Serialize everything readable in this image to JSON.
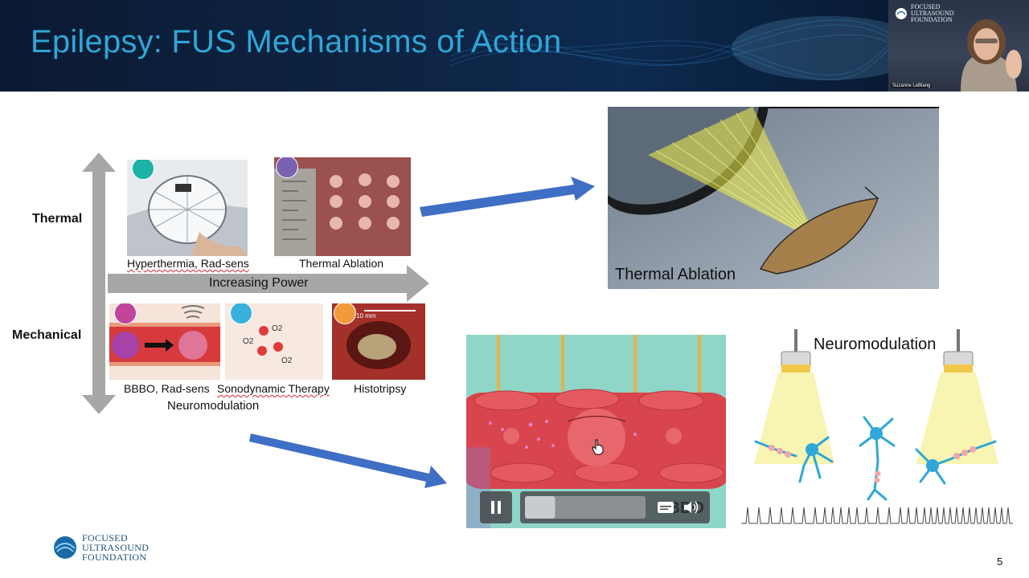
{
  "header": {
    "title": "Epilepsy: FUS Mechanisms of Action"
  },
  "webcam": {
    "logo_line1": "FOCUSED",
    "logo_line2": "ULTRASOUND",
    "logo_line3": "FOUNDATION",
    "presenter_name": "Suzanne LeBlang"
  },
  "diagram": {
    "thermal_label": "Thermal",
    "mechanical_label": "Mechanical",
    "power_label": "Increasing Power",
    "captions": {
      "hyperthermia": "Hyperthermia, Rad-sens",
      "thermal_ablation": "Thermal Ablation",
      "bbbo": "BBBO, Rad-sens",
      "sonodynamic": "Sonodynamic Therapy",
      "histotripsy": "Histotripsy",
      "neuromodulation": "Neuromodulation"
    },
    "histotripsy_scale": "10 mm",
    "o2_labels": [
      "O2",
      "O2",
      "O2"
    ]
  },
  "right": {
    "thermal_caption": "Thermal Ablation",
    "neuromodulation_label": "Neuromodulation",
    "video_watermark": "BBBO"
  },
  "footer": {
    "logo_line1": "FOCUSED",
    "logo_line2": "ULTRASOUND",
    "logo_line3": "FOUNDATION",
    "slide_number": "5"
  },
  "video": {
    "progress": 0.25
  },
  "colors": {
    "title": "#2fa6d6",
    "arrow_blue": "#3f6fc4",
    "axis_gray": "#a7a7a7",
    "vessel_red": "#d8454c"
  }
}
